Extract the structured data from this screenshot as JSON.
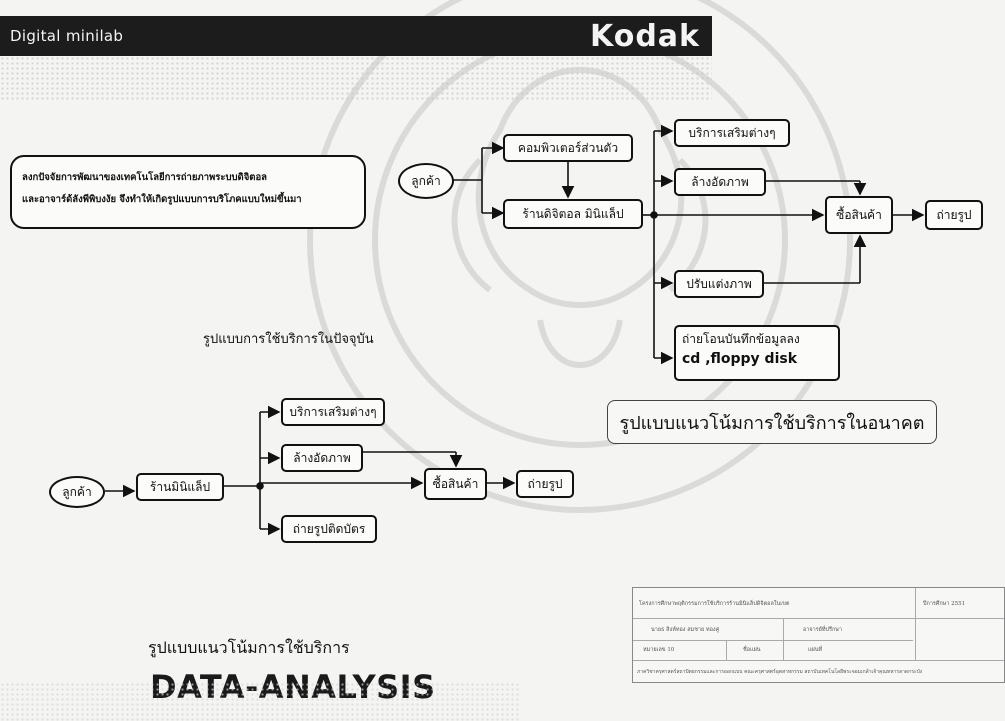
{
  "header": {
    "left_title": "Digital minilab",
    "brand": "Kodak"
  },
  "future_diagram": {
    "note_line1": "ลงกปัจจัยการพัฒนาของเทคโนโลยีการถ่ายภาพระบบดิจิตอล",
    "note_line2": "และอาจาร์ด้ลังพีพิบงงัย จึงทำให้เกิดรูปแบบการบริโภคแบบใหม่ขึ้นมา",
    "customer": "ลูกค้า",
    "camera_computer": "คอมพิวเตอร์ส่วนตัว",
    "digital_shop": "ร้านดิจิตอล มินิแล็ป",
    "other_services": "บริการเสริมต่างๆ",
    "print_photos": "ล้างอัดภาพ",
    "buy_products": "ซื้อสินค้า",
    "take_photo": "ถ่ายรูป",
    "edit_photos": "ปรับแต่งภาพ",
    "transfer_line1": "ถ่ายโอนบันทึกข้อมูลลง",
    "transfer_line2": "cd ,floppy disk",
    "caption": "รูปแบบแนวโน้มการใช้บริการในอนาคต"
  },
  "current_diagram": {
    "caption": "รูปแบบการใช้บริการในปัจจุบัน",
    "customer": "ลูกค้า",
    "minilab_shop": "ร้านมินิแล็ป",
    "other_services": "บริการเสริมต่างๆ",
    "print_photos": "ล้างอัดภาพ",
    "buy_products": "ซื้อสินค้า",
    "take_photo": "ถ่ายรูป",
    "photo_id": "ถ่ายรูปติดบัตร"
  },
  "footer": {
    "subtitle": "รูปแบบแนวโน้มการใช้บริการ",
    "title": "DATA-ANALYSIS"
  },
  "stamp": {
    "r1c1": "โครงการศึกษาพฤติกรรมการใช้บริการร้านมินิแล็ปดิจิตอลในเขต",
    "r1c2": "ปีการศึกษา 2551",
    "r2c1": "นายธ สิงห์ทอง สมชาย ทองคู่",
    "r2c2": "อาจารย์ที่ปรึกษา",
    "r3c1": "หมายเลข 10",
    "r3c2": "ชื่อแผ่น",
    "r3c3": "แผ่นที่",
    "r4": "ภาควิชาครุศาสตร์สถาปัตยกรรมและการออกแบบ คณะครุศาสตร์อุตสาหกรรม สถาบันเทคโนโลยีพระจอมเกล้าเจ้าคุณทหารลาดกระบัง"
  }
}
